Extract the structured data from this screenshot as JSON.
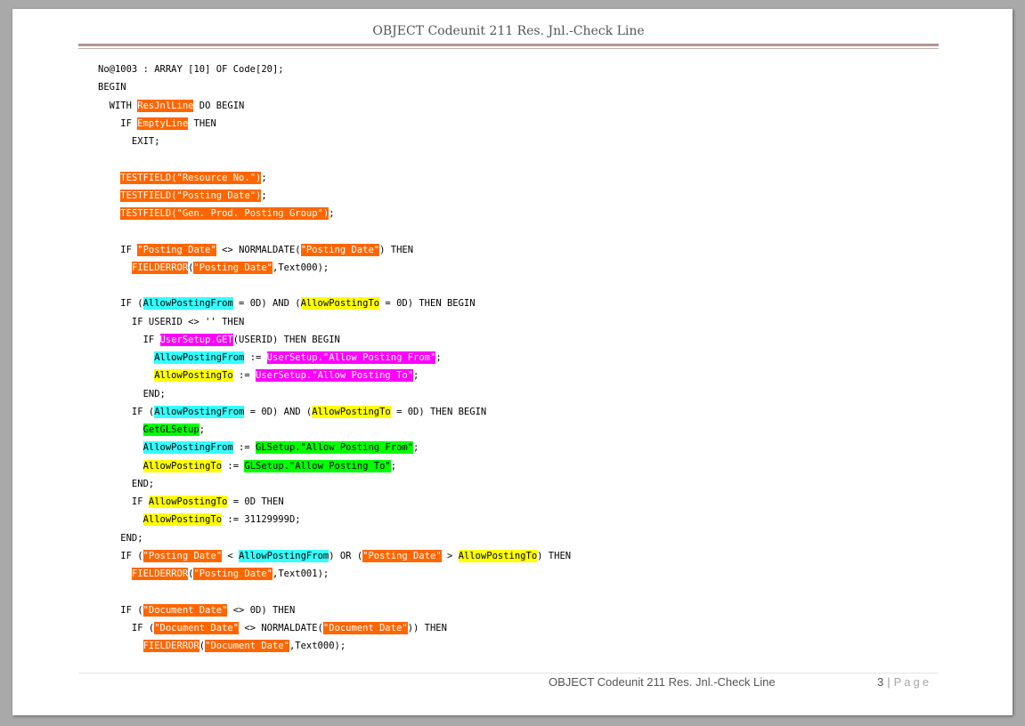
{
  "header": {
    "title": "OBJECT Codeunit 211 Res. Jnl.-Check Line"
  },
  "footer": {
    "title": "OBJECT Codeunit 211 Res. Jnl.-Check Line",
    "page_number": "3",
    "separator": "|",
    "page_word": "Page"
  },
  "colors": {
    "orange": "#ff6600",
    "cyan": "#33ffff",
    "yellow": "#ffff00",
    "magenta": "#ff00ff",
    "green": "#00ff00",
    "rule": "#b49591"
  },
  "code_lines": [
    [
      {
        "t": "No@1003 : ARRAY [10] OF Code[20];"
      }
    ],
    [
      {
        "t": "BEGIN"
      }
    ],
    [
      {
        "t": "  WITH "
      },
      {
        "t": "ResJnlLine",
        "h": "orange"
      },
      {
        "t": " DO BEGIN"
      }
    ],
    [
      {
        "t": "    IF "
      },
      {
        "t": "EmptyLine",
        "h": "orange"
      },
      {
        "t": " THEN"
      }
    ],
    [
      {
        "t": "      EXIT;"
      }
    ],
    [],
    [
      {
        "t": "    "
      },
      {
        "t": "TESTFIELD(\"Resource No.\")",
        "h": "orange"
      },
      {
        "t": ";"
      }
    ],
    [
      {
        "t": "    "
      },
      {
        "t": "TESTFIELD(\"Posting Date\")",
        "h": "orange"
      },
      {
        "t": ";"
      }
    ],
    [
      {
        "t": "    "
      },
      {
        "t": "TESTFIELD(\"Gen. Prod. Posting Group\")",
        "h": "orange"
      },
      {
        "t": ";"
      }
    ],
    [],
    [
      {
        "t": "    IF "
      },
      {
        "t": "\"Posting Date\"",
        "h": "orange"
      },
      {
        "t": " <> NORMALDATE("
      },
      {
        "t": "\"Posting Date\"",
        "h": "orange"
      },
      {
        "t": ") THEN"
      }
    ],
    [
      {
        "t": "      "
      },
      {
        "t": "FIELDERROR",
        "h": "orange"
      },
      {
        "t": "("
      },
      {
        "t": "\"Posting Date\"",
        "h": "orange"
      },
      {
        "t": ",Text000);"
      }
    ],
    [],
    [
      {
        "t": "    IF ("
      },
      {
        "t": "AllowPostingFrom",
        "h": "cyan"
      },
      {
        "t": " = 0D) AND ("
      },
      {
        "t": "AllowPostingTo",
        "h": "yellow"
      },
      {
        "t": " = 0D) THEN BEGIN"
      }
    ],
    [
      {
        "t": "      IF USERID <> '' THEN"
      }
    ],
    [
      {
        "t": "        IF "
      },
      {
        "t": "UserSetup.GET",
        "h": "magenta"
      },
      {
        "t": "(USERID) THEN BEGIN"
      }
    ],
    [
      {
        "t": "          "
      },
      {
        "t": "AllowPostingFrom",
        "h": "cyan"
      },
      {
        "t": " := "
      },
      {
        "t": "UserSetup.\"Allow Posting From\"",
        "h": "magenta"
      },
      {
        "t": ";"
      }
    ],
    [
      {
        "t": "          "
      },
      {
        "t": "AllowPostingTo",
        "h": "yellow"
      },
      {
        "t": " := "
      },
      {
        "t": "UserSetup.\"Allow Posting To\"",
        "h": "magenta"
      },
      {
        "t": ";"
      }
    ],
    [
      {
        "t": "        END;"
      }
    ],
    [
      {
        "t": "      IF ("
      },
      {
        "t": "AllowPostingFrom",
        "h": "cyan"
      },
      {
        "t": " = 0D) AND ("
      },
      {
        "t": "AllowPostingTo",
        "h": "yellow"
      },
      {
        "t": " = 0D) THEN BEGIN"
      }
    ],
    [
      {
        "t": "        "
      },
      {
        "t": "GetGLSetup",
        "h": "green"
      },
      {
        "t": ";"
      }
    ],
    [
      {
        "t": "        "
      },
      {
        "t": "AllowPostingFrom",
        "h": "cyan"
      },
      {
        "t": " := "
      },
      {
        "t": "GLSetup.\"Allow Posting From\"",
        "h": "green"
      },
      {
        "t": ";"
      }
    ],
    [
      {
        "t": "        "
      },
      {
        "t": "AllowPostingTo",
        "h": "yellow"
      },
      {
        "t": " := "
      },
      {
        "t": "GLSetup.\"Allow Posting To\"",
        "h": "green"
      },
      {
        "t": ";"
      }
    ],
    [
      {
        "t": "      END;"
      }
    ],
    [
      {
        "t": "      IF "
      },
      {
        "t": "AllowPostingTo",
        "h": "yellow"
      },
      {
        "t": " = 0D THEN"
      }
    ],
    [
      {
        "t": "        "
      },
      {
        "t": "AllowPostingTo",
        "h": "yellow"
      },
      {
        "t": " := 31129999D;"
      }
    ],
    [
      {
        "t": "    END;"
      }
    ],
    [
      {
        "t": "    IF ("
      },
      {
        "t": "\"Posting Date\"",
        "h": "orange"
      },
      {
        "t": " < "
      },
      {
        "t": "AllowPostingFrom",
        "h": "cyan"
      },
      {
        "t": ") OR ("
      },
      {
        "t": "\"Posting Date\"",
        "h": "orange"
      },
      {
        "t": " > "
      },
      {
        "t": "AllowPostingTo",
        "h": "yellow"
      },
      {
        "t": ") THEN"
      }
    ],
    [
      {
        "t": "      "
      },
      {
        "t": "FIELDERROR",
        "h": "orange"
      },
      {
        "t": "("
      },
      {
        "t": "\"Posting Date\"",
        "h": "orange"
      },
      {
        "t": ",Text001);"
      }
    ],
    [],
    [
      {
        "t": "    IF ("
      },
      {
        "t": "\"Document Date\"",
        "h": "orange"
      },
      {
        "t": " <> 0D) THEN"
      }
    ],
    [
      {
        "t": "      IF ("
      },
      {
        "t": "\"Document Date\"",
        "h": "orange"
      },
      {
        "t": " <> NORMALDATE("
      },
      {
        "t": "\"Document Date\"",
        "h": "orange"
      },
      {
        "t": ")) THEN"
      }
    ],
    [
      {
        "t": "        "
      },
      {
        "t": "FIELDERROR",
        "h": "orange"
      },
      {
        "t": "("
      },
      {
        "t": "\"Document Date\"",
        "h": "orange"
      },
      {
        "t": ",Text000);"
      }
    ]
  ]
}
